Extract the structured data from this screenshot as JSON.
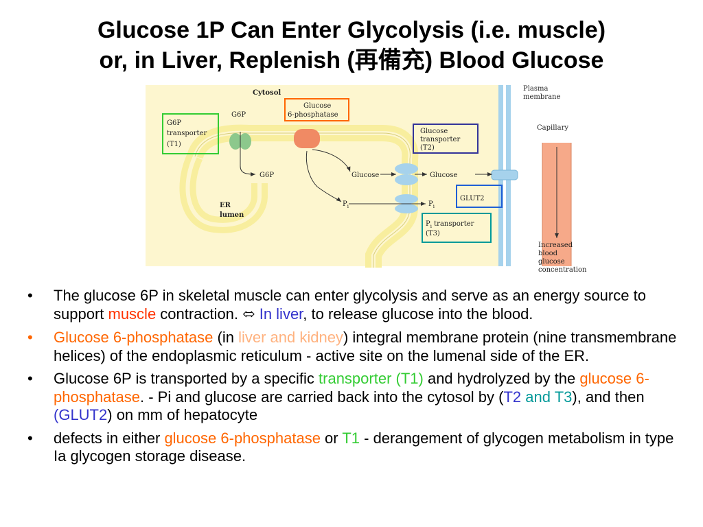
{
  "title": {
    "line1": "Glucose 1P Can Enter Glycolysis (i.e. muscle)",
    "line2": "or, in Liver, Replenish (再備充) Blood Glucose"
  },
  "diagram": {
    "cytosol": "Cytosol",
    "plasma_membrane_1": "Plasma",
    "plasma_membrane_2": "membrane",
    "capillary": "Capillary",
    "g6p_transporter_1": "G6P",
    "g6p_transporter_2": "transporter",
    "g6p_transporter_3": "(T1)",
    "g6p_top": "G6P",
    "g6p_bottom": "G6P",
    "glucose_6_phosphatase_1": "Glucose",
    "glucose_6_phosphatase_2": "6-phosphatase",
    "glucose_transporter_1": "Glucose",
    "glucose_transporter_2": "transporter",
    "glucose_transporter_3": "(T2)",
    "glucose_left": "Glucose",
    "glucose_right": "Glucose",
    "pi_left": "P",
    "pi_right": "P",
    "pi_sub": "i",
    "glut2": "GLUT2",
    "pi_transporter_1": "P",
    "pi_transporter_sub": "i",
    "pi_transporter_rest": " transporter",
    "pi_transporter_2": "(T3)",
    "er_1": "ER",
    "er_2": "lumen",
    "increased_1": "Increased",
    "increased_2": "blood",
    "increased_3": "glucose",
    "increased_4": "concentration",
    "colors": {
      "cytosol_bg": "#fdf6cf",
      "er_membrane": "#f8ee9e",
      "plasma_membrane": "#a6d2ec",
      "capillary": "#f6a989",
      "phosphatase": "#f08a64",
      "t1_green": "#8cc88c",
      "box_green": "#33cc33",
      "box_orange": "#ff6600",
      "box_navy": "#333399",
      "box_blue": "#1f5fd6",
      "box_teal": "#009999"
    }
  },
  "bullets": [
    {
      "parts": [
        "The glucose 6P in skeletal muscle can enter glycolysis and serve as an energy source to support ",
        "muscle",
        " contraction. ",
        "⬄",
        " ",
        "In liver",
        ", to release glucose into the blood."
      ]
    },
    {
      "parts": [
        "Glucose 6-phosphatase",
        " (in ",
        "liver and kidney",
        ") integral membrane protein (nine transmembrane helices) of the endoplasmic reticulum - active site on the lumenal side of the ER."
      ]
    },
    {
      "parts": [
        "Glucose 6P is transported by a specific ",
        "transporter (T1)",
        " and hydrolyzed by the ",
        "glucose 6-phosphatase",
        ". - Pi and glucose are carried back into the cytosol by (",
        "T2",
        " ",
        "and T3",
        "), and then ",
        "(GLUT2",
        ") on mm of hepatocyte"
      ]
    },
    {
      "parts": [
        "defects in either ",
        "glucose 6-phosphatase",
        " or ",
        "T1",
        " - derangement of glycogen metabolism  in type Ia glycogen storage disease."
      ]
    }
  ],
  "bullet_symbol": "•"
}
